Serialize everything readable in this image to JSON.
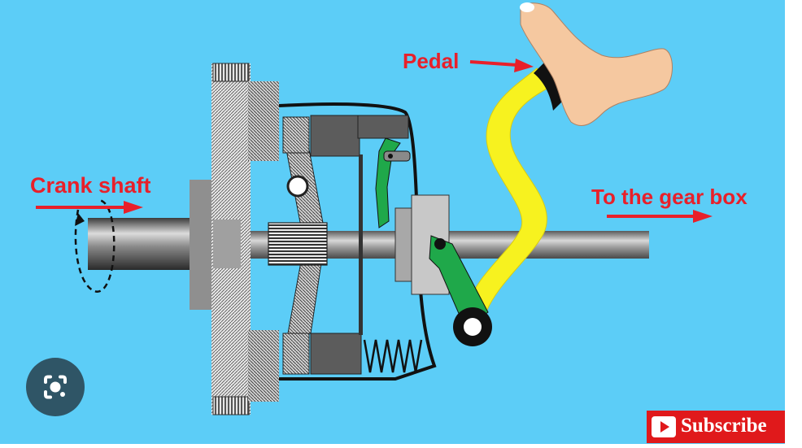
{
  "labels": {
    "crank_shaft": "Crank shaft",
    "to_gear_box": "To the gear box",
    "pedal": "Pedal"
  },
  "overlay": {
    "lens_icon": "lens-camera-icon",
    "subscribe_label": "Subscribe",
    "subscribe_icon": "youtube-play-icon"
  },
  "colors": {
    "background": "#5ccdf7",
    "arrow_red": "#e8202a",
    "pedal_yellow": "#f7f21f",
    "lever_green": "#1fa84a",
    "shaft_gray": "#8a8a8a",
    "foot_skin": "#f5c8a0",
    "subscribe_red": "#e0191b"
  }
}
